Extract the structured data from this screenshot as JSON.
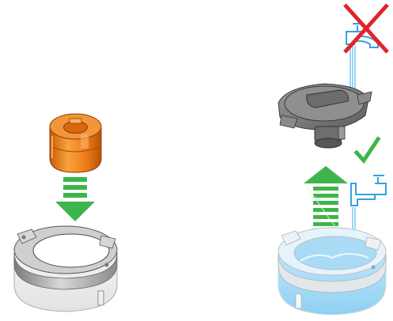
{
  "panels": [
    {
      "id": "insert-filter",
      "parts": [
        "filter-cartridge",
        "insert-arrow",
        "filter-housing"
      ],
      "colors": {
        "filter": "#ee7d1a",
        "arrow": "#3db54a",
        "housing": "#b9b9b9"
      }
    },
    {
      "id": "rinse-housing",
      "parts": [
        "filter-cap",
        "faucet",
        "prohibited-mark",
        "correct-mark",
        "lift-arrow",
        "filter-housing-with-water"
      ],
      "colors": {
        "cross": "#e2232a",
        "check": "#3db54a",
        "water": "#7cc8f2",
        "faucet": "#34a3dc"
      }
    }
  ],
  "icons": [
    "x-mark-icon",
    "check-mark-icon",
    "faucet-icon",
    "down-arrow-icon",
    "up-arrow-icon"
  ]
}
